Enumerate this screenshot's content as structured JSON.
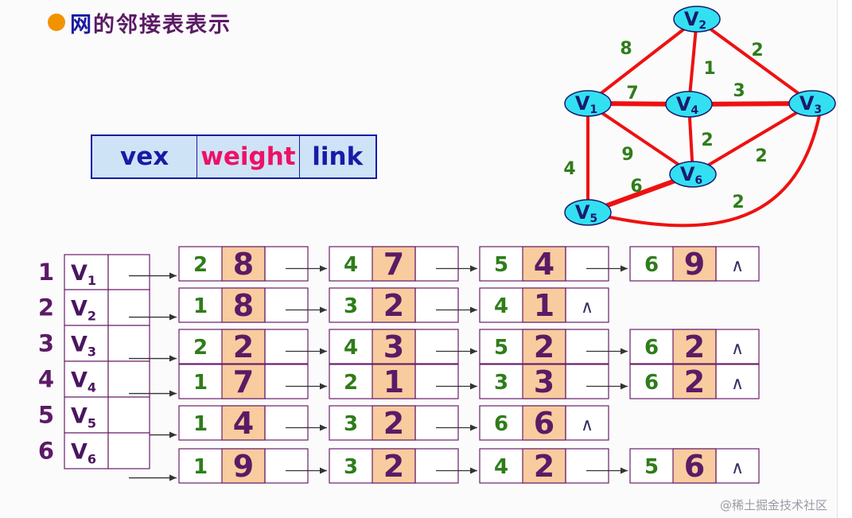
{
  "title": {
    "highlight": "网",
    "rest": "的邻接表表示"
  },
  "structure": {
    "vex": "vex",
    "weight": "weight",
    "link": "link"
  },
  "graph": {
    "nodes": [
      {
        "id": "2",
        "label": "V",
        "sub": "2"
      },
      {
        "id": "1",
        "label": "V",
        "sub": "1"
      },
      {
        "id": "4",
        "label": "V",
        "sub": "4"
      },
      {
        "id": "3",
        "label": "V",
        "sub": "3"
      },
      {
        "id": "6",
        "label": "V",
        "sub": "6"
      },
      {
        "id": "5",
        "label": "V",
        "sub": "5"
      }
    ],
    "edges": [
      {
        "from": "1",
        "to": "2",
        "weight": "8"
      },
      {
        "from": "2",
        "to": "4",
        "weight": "1"
      },
      {
        "from": "2",
        "to": "3",
        "weight": "2"
      },
      {
        "from": "1",
        "to": "4",
        "weight": "7"
      },
      {
        "from": "4",
        "to": "3",
        "weight": "3"
      },
      {
        "from": "4",
        "to": "6",
        "weight": "2"
      },
      {
        "from": "1",
        "to": "6",
        "weight": "9"
      },
      {
        "from": "3",
        "to": "6",
        "weight": "2"
      },
      {
        "from": "1",
        "to": "5",
        "weight": "4"
      },
      {
        "from": "5",
        "to": "6",
        "weight": "6"
      },
      {
        "from": "5",
        "to": "3",
        "weight": "2"
      }
    ]
  },
  "adjacency": {
    "null_symbol": "∧",
    "rows": [
      {
        "index": "1",
        "vex": "V",
        "sub": "1",
        "nodes": [
          {
            "adj": "2",
            "w": "8"
          },
          {
            "adj": "4",
            "w": "7"
          },
          {
            "adj": "5",
            "w": "4"
          },
          {
            "adj": "6",
            "w": "9"
          }
        ]
      },
      {
        "index": "2",
        "vex": "V",
        "sub": "2",
        "nodes": [
          {
            "adj": "1",
            "w": "8"
          },
          {
            "adj": "3",
            "w": "2"
          },
          {
            "adj": "4",
            "w": "1"
          }
        ]
      },
      {
        "index": "3",
        "vex": "V",
        "sub": "3",
        "nodes": [
          {
            "adj": "2",
            "w": "2"
          },
          {
            "adj": "4",
            "w": "3"
          },
          {
            "adj": "5",
            "w": "2"
          },
          {
            "adj": "6",
            "w": "2"
          }
        ]
      },
      {
        "index": "4",
        "vex": "V",
        "sub": "4",
        "nodes": [
          {
            "adj": "1",
            "w": "7"
          },
          {
            "adj": "2",
            "w": "1"
          },
          {
            "adj": "3",
            "w": "3"
          },
          {
            "adj": "6",
            "w": "2"
          }
        ]
      },
      {
        "index": "5",
        "vex": "V",
        "sub": "5",
        "nodes": [
          {
            "adj": "1",
            "w": "4"
          },
          {
            "adj": "3",
            "w": "2"
          },
          {
            "adj": "6",
            "w": "6"
          }
        ]
      },
      {
        "index": "6",
        "vex": "V",
        "sub": "6",
        "nodes": [
          {
            "adj": "1",
            "w": "9"
          },
          {
            "adj": "3",
            "w": "2"
          },
          {
            "adj": "4",
            "w": "2"
          },
          {
            "adj": "5",
            "w": "6"
          }
        ]
      }
    ]
  },
  "watermark": "@稀土掘金技术社区",
  "colors": {
    "edge": "#ee1111",
    "node_fill": "#33e0f2",
    "node_stroke": "#1a1a6e",
    "weight_text": "#2e7d1a",
    "index_text": "#5c1a66",
    "vertex_text": "#4a1660",
    "adj_text": "#2e7d1a",
    "w_cell": "#f8cc9e",
    "w_text": "#5c1a66",
    "cell_border": "#6b1e6b",
    "arrow": "#333333"
  }
}
